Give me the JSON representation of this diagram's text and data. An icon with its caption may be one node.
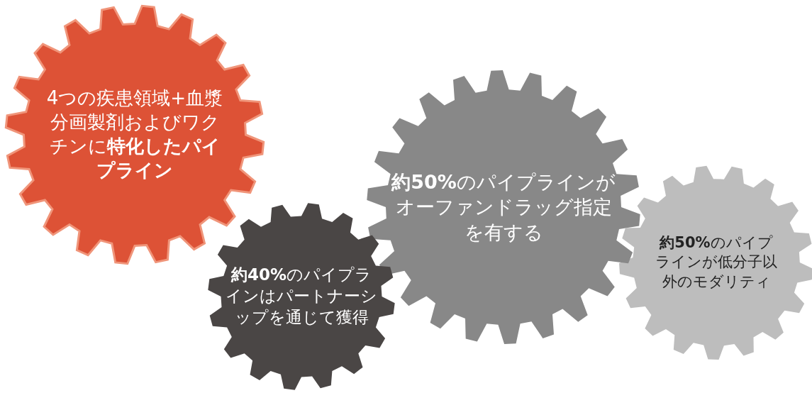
{
  "diagram": {
    "nodes": [
      {
        "text": [
          "4つの疾患領域+血漿分画製剤およびワクチンに**特化したパイプライン**"
        ]
      },
      {
        "text": [
          "**約40%**のパイプラインはパートナーシップを通じて獲得"
        ]
      },
      {
        "text": [
          "**約50%**のパイプラインがオーファンドラッグ指定を有する"
        ]
      },
      {
        "text": [
          "**約50%**のパイプラインが低分子以外のモダリティ"
        ]
      }
    ]
  }
}
